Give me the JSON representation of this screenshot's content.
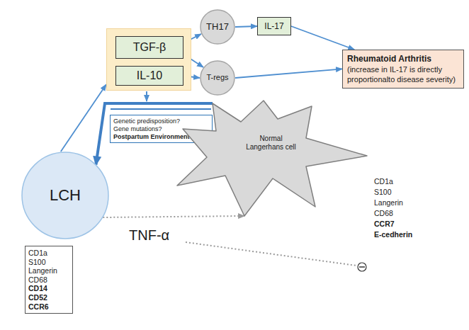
{
  "diagram": {
    "nodes": [
      {
        "text": []
      },
      {
        "text": [
          "TGF-β"
        ],
        "in": 0
      },
      {
        "text": [
          "IL-10"
        ],
        "in": 0
      },
      {
        "text": [
          "TH17"
        ]
      },
      {
        "text": [
          "T-regs"
        ]
      },
      {
        "text": [
          "IL-17"
        ]
      },
      {
        "text": [
          "Rheumatoid Arthritis",
          "(increase in IL-17 is directly proportionalto disease severity)"
        ]
      },
      {
        "text": [
          "LCH"
        ]
      },
      {
        "text": [
          "CD1a",
          "S100",
          "Langerin",
          "CD68",
          "CD14",
          "CD52",
          "CCR6"
        ]
      },
      {
        "text": [
          "Genetic predisposition?",
          "Gene mutations?",
          "Postpartum Environment?"
        ]
      },
      {
        "text": [
          "Normal Langerhans cell"
        ]
      }
    ],
    "edges": [
      {
        "from": 7,
        "to": 0,
        "arrow": "to"
      },
      {
        "from": 1,
        "to": 3,
        "arrow": "to"
      },
      {
        "from": 1,
        "to": 4,
        "arrow": "to"
      },
      {
        "from": 2,
        "to": 4,
        "arrow": "to"
      },
      {
        "from": 3,
        "to": 5,
        "arrow": "to"
      },
      {
        "from": 5,
        "to": 6,
        "arrow": "to"
      },
      {
        "from": 4,
        "to": 6,
        "arrow": "to"
      },
      {
        "from": 10,
        "to": 7,
        "arrow": "to"
      },
      {
        "from": 7,
        "to": 10,
        "arrow": "to"
      }
    ],
    "labels": [
      "CD1a",
      "S100",
      "Langerin",
      "CD68",
      "CCR7",
      "E-cedherin",
      "TNF-α"
    ]
  }
}
